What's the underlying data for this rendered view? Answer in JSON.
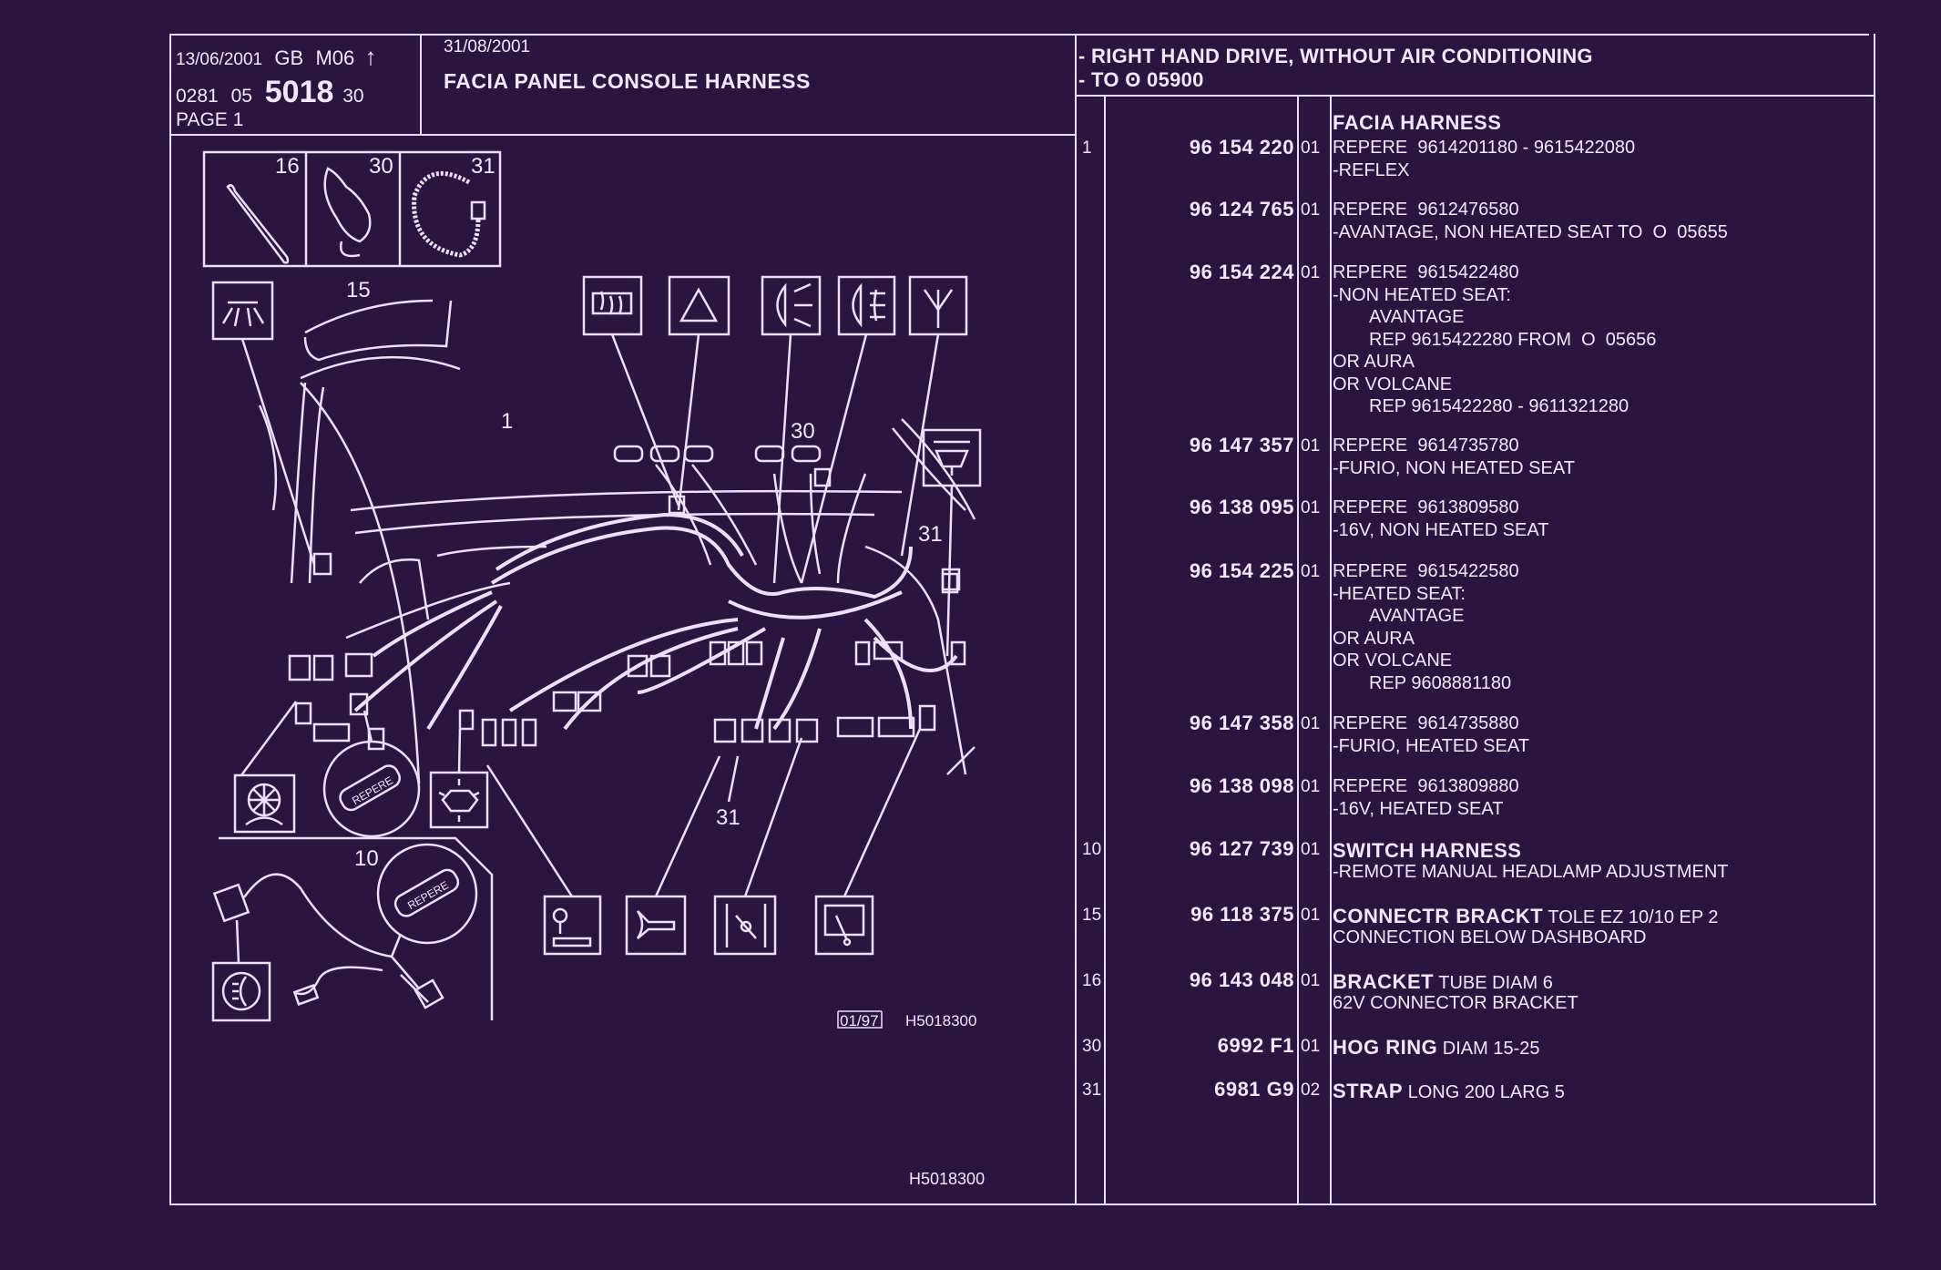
{
  "header": {
    "print_date": "13/06/2001",
    "lang": "GB",
    "model": "M06",
    "arrow": "↑",
    "code_prefix_1": "0281",
    "code_prefix_2": "05",
    "group": "5018",
    "code_suffix": "30",
    "page": "PAGE  1",
    "edit_date": "31/08/2001",
    "title": "FACIA PANEL CONSOLE HARNESS",
    "condition_1": "- RIGHT HAND DRIVE, WITHOUT AIR CONDITIONING",
    "condition_2": "- TO  ʘ   05900"
  },
  "diagram": {
    "callouts": [
      "16",
      "30",
      "31",
      "15",
      "1",
      "30",
      "31",
      "31",
      "10"
    ],
    "repere_label": "REPERE",
    "date_box": "01/97",
    "ref_code": "H5018300",
    "footer_code": "H5018300"
  },
  "parts": [
    {
      "ref": "",
      "part": "",
      "qty": "",
      "lines": [
        {
          "bold": "FACIA HARNESS",
          "text": "",
          "indent": false
        }
      ]
    },
    {
      "ref": "1",
      "part": "96 154 220",
      "qty": "01",
      "lines": [
        {
          "text": "REPERE  9614201180 - 9615422080"
        },
        {
          "text": "-REFLEX"
        }
      ]
    },
    {
      "ref": "",
      "part": "96 124 765",
      "qty": "01",
      "lines": [
        {
          "text": "REPERE  9612476580"
        },
        {
          "text": "-AVANTAGE, NON HEATED SEAT TO  O  05655"
        }
      ]
    },
    {
      "ref": "",
      "part": "96 154 224",
      "qty": "01",
      "lines": [
        {
          "text": "REPERE  9615422480"
        },
        {
          "text": "-NON HEATED SEAT:"
        },
        {
          "text": "AVANTAGE",
          "indent": true
        },
        {
          "text": "REP 9615422280 FROM  O  05656",
          "indent": true
        },
        {
          "text": "OR AURA"
        },
        {
          "text": "OR VOLCANE"
        },
        {
          "text": "REP 9615422280 - 9611321280",
          "indent": true
        }
      ]
    },
    {
      "ref": "",
      "part": "96 147 357",
      "qty": "01",
      "lines": [
        {
          "text": "REPERE  9614735780"
        },
        {
          "text": "-FURIO, NON HEATED SEAT"
        }
      ]
    },
    {
      "ref": "",
      "part": "96 138 095",
      "qty": "01",
      "lines": [
        {
          "text": "REPERE  9613809580"
        },
        {
          "text": "-16V, NON HEATED SEAT"
        }
      ]
    },
    {
      "ref": "",
      "part": "96 154 225",
      "qty": "01",
      "lines": [
        {
          "text": "REPERE  9615422580"
        },
        {
          "text": "-HEATED SEAT:"
        },
        {
          "text": "AVANTAGE",
          "indent": true
        },
        {
          "text": "OR AURA"
        },
        {
          "text": "OR VOLCANE"
        },
        {
          "text": "REP 9608881180",
          "indent": true
        }
      ]
    },
    {
      "ref": "",
      "part": "96 147 358",
      "qty": "01",
      "lines": [
        {
          "text": "REPERE  9614735880"
        },
        {
          "text": "-FURIO, HEATED SEAT"
        }
      ]
    },
    {
      "ref": "",
      "part": "96 138 098",
      "qty": "01",
      "lines": [
        {
          "text": "REPERE  9613809880"
        },
        {
          "text": "-16V, HEATED SEAT"
        }
      ]
    },
    {
      "ref": "10",
      "part": "96 127 739",
      "qty": "01",
      "lines": [
        {
          "bold": "SWITCH HARNESS",
          "text": ""
        },
        {
          "text": "-REMOTE MANUAL HEADLAMP ADJUSTMENT"
        }
      ]
    },
    {
      "ref": "15",
      "part": "96 118 375",
      "qty": "01",
      "lines": [
        {
          "bold": "CONNECTR BRACKT",
          "text": " TOLE EZ 10/10 EP 2"
        },
        {
          "text": "CONNECTION BELOW DASHBOARD"
        }
      ]
    },
    {
      "ref": "16",
      "part": "96 143 048",
      "qty": "01",
      "lines": [
        {
          "bold": "BRACKET",
          "text": " TUBE DIAM 6"
        },
        {
          "text": "62V CONNECTOR BRACKET"
        }
      ]
    },
    {
      "ref": "30",
      "part": "6992 F1",
      "qty": "01",
      "lines": [
        {
          "bold": "HOG RING",
          "text": " DIAM 15-25"
        }
      ]
    },
    {
      "ref": "31",
      "part": "6981 G9",
      "qty": "02",
      "lines": [
        {
          "bold": "STRAP",
          "text": " LONG 200 LARG 5"
        }
      ]
    }
  ]
}
